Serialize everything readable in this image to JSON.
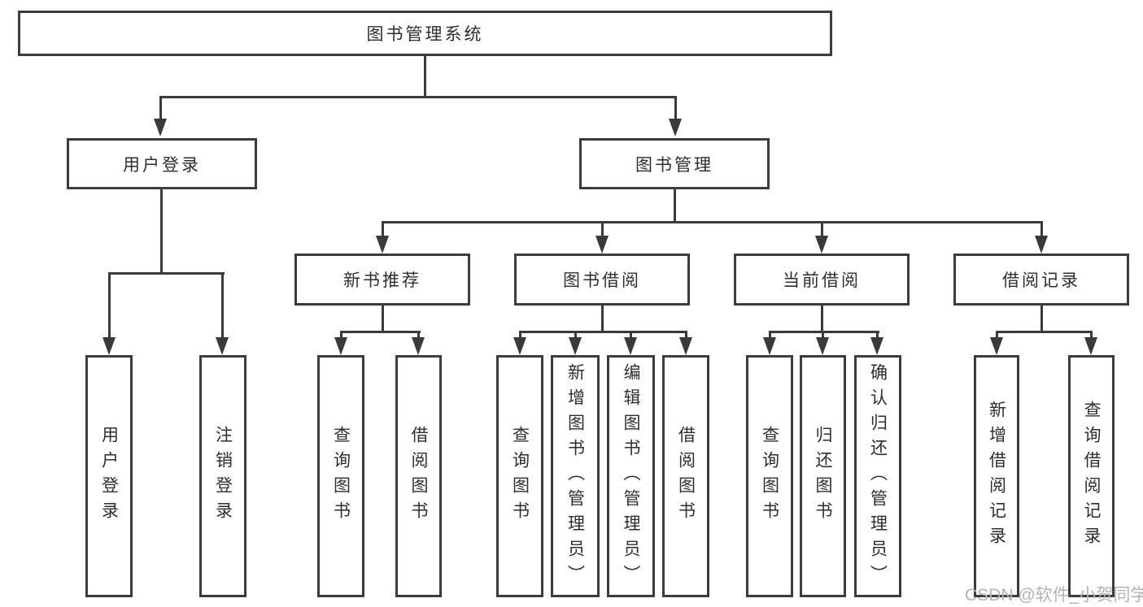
{
  "diagram": {
    "root": {
      "label": "图书管理系统"
    },
    "level1": {
      "user_login": {
        "label": "用户登录"
      },
      "book_mgmt": {
        "label": "图书管理"
      }
    },
    "level2": {
      "new_books": {
        "label": "新书推荐"
      },
      "book_borrow": {
        "label": "图书借阅"
      },
      "current_borrow": {
        "label": "当前借阅"
      },
      "borrow_records": {
        "label": "借阅记录"
      }
    },
    "leaves": {
      "user_login": [
        "用户登录",
        "注销登录"
      ],
      "new_books": [
        "查询图书",
        "借阅图书"
      ],
      "book_borrow": [
        "查询图书",
        "新增图书（管理员）",
        "编辑图书（管理员）",
        "借阅图书"
      ],
      "current_borrow": [
        "查询图书",
        "归还图书",
        "确认归还（管理员）"
      ],
      "borrow_records": [
        "新增借阅记录",
        "查询借阅记录"
      ]
    }
  },
  "watermark": {
    "text": "CSDN @软件_小贺同学"
  },
  "colors": {
    "line": "#3a3a3a",
    "border": "#3c3c3c",
    "text": "#2e2e2e",
    "watermark": "#b3b3b3",
    "background": "#ffffff"
  }
}
